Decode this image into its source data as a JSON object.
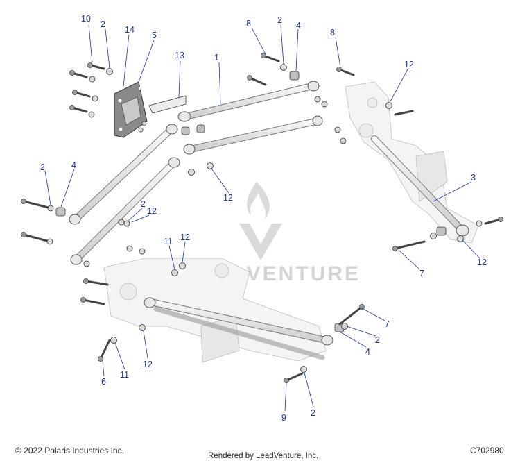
{
  "callouts": [
    "10",
    "2",
    "14",
    "5",
    "13",
    "1",
    "8",
    "2",
    "4",
    "8",
    "12",
    "2",
    "4",
    "2",
    "12",
    "12",
    "3",
    "7",
    "12",
    "11",
    "12",
    "7",
    "2",
    "4",
    "6",
    "11",
    "12",
    "9",
    "2"
  ],
  "watermark": {
    "text": "LEADVENTURE"
  },
  "footer": {
    "copyright": "© 2022 Polaris Industries Inc.",
    "rendered_by": "Rendered by LeadVenture, Inc.",
    "part_code": "C702980"
  }
}
